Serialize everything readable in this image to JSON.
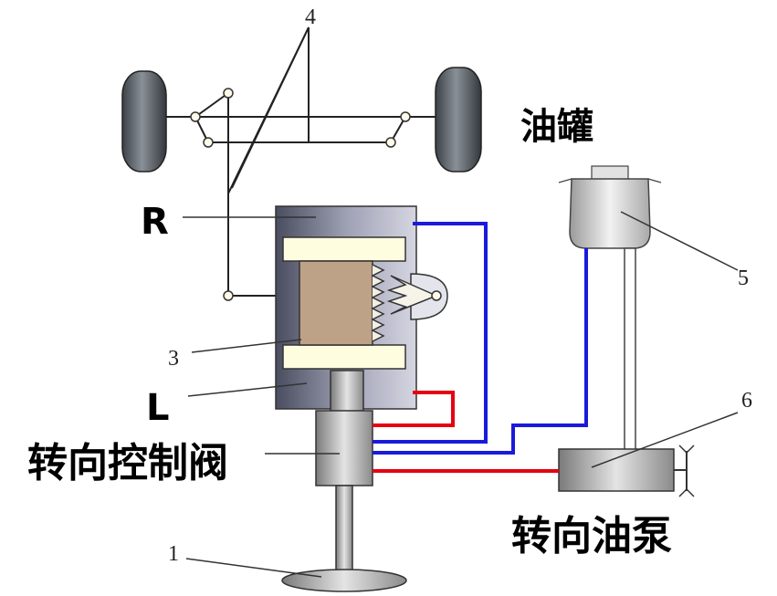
{
  "labels": {
    "tank": "油罐",
    "right_chamber": "R",
    "left_chamber": "L",
    "control_valve": "转向控制阀",
    "pump": "转向油泵"
  },
  "callouts": {
    "n1": "1",
    "n3": "3",
    "n4": "4",
    "n5": "5",
    "n6": "6"
  },
  "colors": {
    "high_pressure": "#e60012",
    "return_line": "#1a1adc",
    "outline": "#333333"
  }
}
